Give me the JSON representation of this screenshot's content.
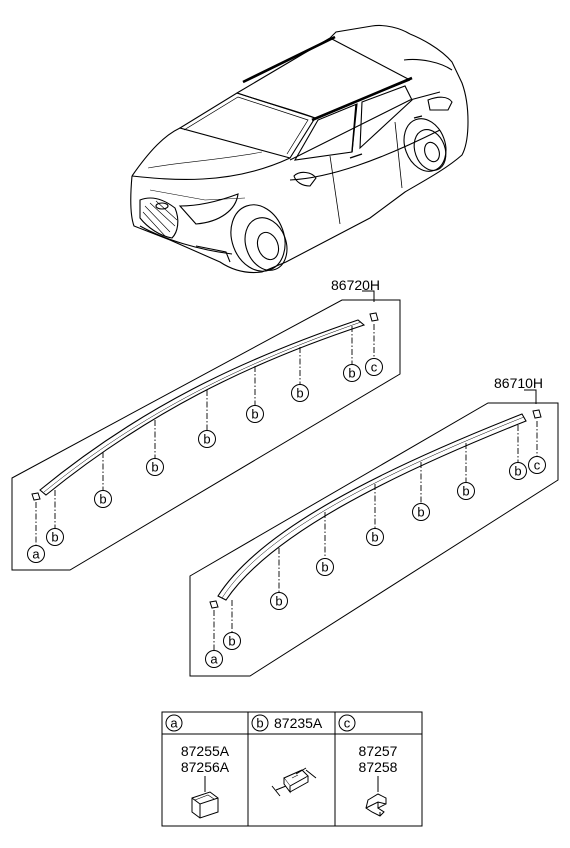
{
  "car": {
    "icon": "sedan-car-icon"
  },
  "assemblies": [
    {
      "part_no": "86720H",
      "ref_letters": [
        "a",
        "b",
        "b",
        "b",
        "b",
        "b",
        "b",
        "b",
        "c"
      ]
    },
    {
      "part_no": "86710H",
      "ref_letters": [
        "a",
        "b",
        "b",
        "b",
        "b",
        "b",
        "b",
        "b",
        "c"
      ]
    }
  ],
  "legend": {
    "columns": [
      {
        "letter": "a",
        "header_part": "",
        "parts": [
          "87255A",
          "87256A"
        ],
        "icon": "retainer-clip-icon"
      },
      {
        "letter": "b",
        "header_part": "87235A",
        "parts": [],
        "icon": "molding-clip-icon"
      },
      {
        "letter": "c",
        "header_part": "",
        "parts": [
          "87257",
          "87258"
        ],
        "icon": "end-cap-clip-icon"
      }
    ]
  }
}
